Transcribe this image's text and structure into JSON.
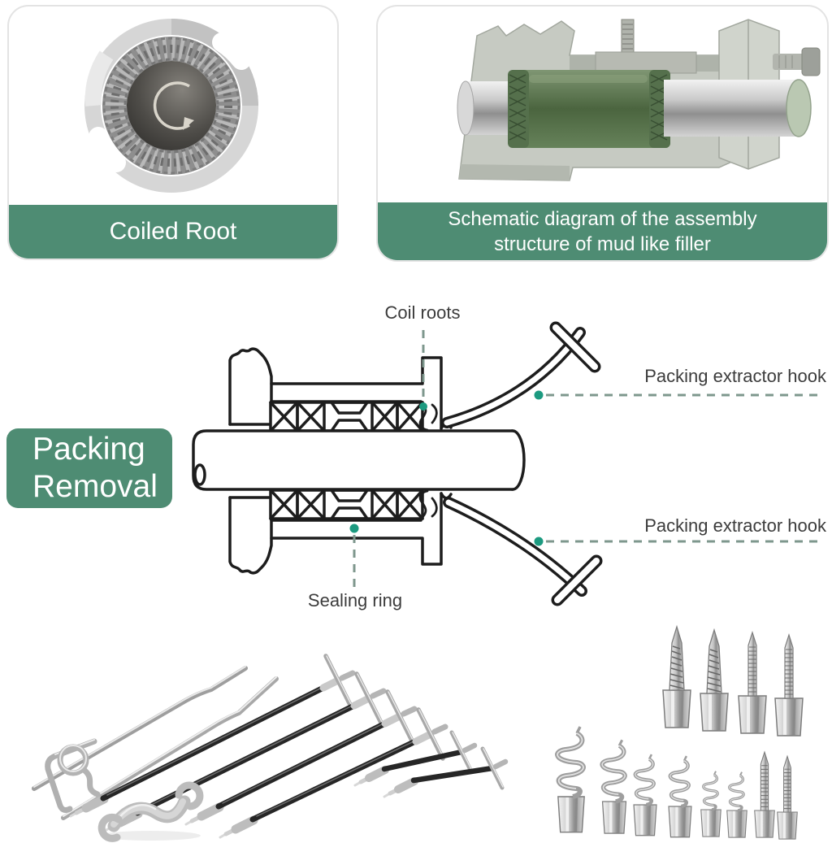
{
  "colors": {
    "banner_green": "#4e8c73",
    "dot_teal": "#1c9a80",
    "dash_gray_green": "#7e978d",
    "diagram_line": "#1d1d1d",
    "label_text": "#3c3c3c"
  },
  "top_cards": {
    "coiled_root_card": {
      "caption": "Coiled Root"
    },
    "schematic_card": {
      "caption_lines": [
        "Schematic diagram of the assembly",
        "structure of mud like filler"
      ]
    }
  },
  "packing_removal_badge": {
    "lines": [
      "Packing",
      "Removal"
    ]
  },
  "diagram": {
    "labels": {
      "coil_roots": "Coil roots",
      "extractor_hook_top": "Packing extractor hook",
      "extractor_hook_bottom": "Packing extractor hook",
      "sealing_ring": "Sealing ring"
    }
  }
}
